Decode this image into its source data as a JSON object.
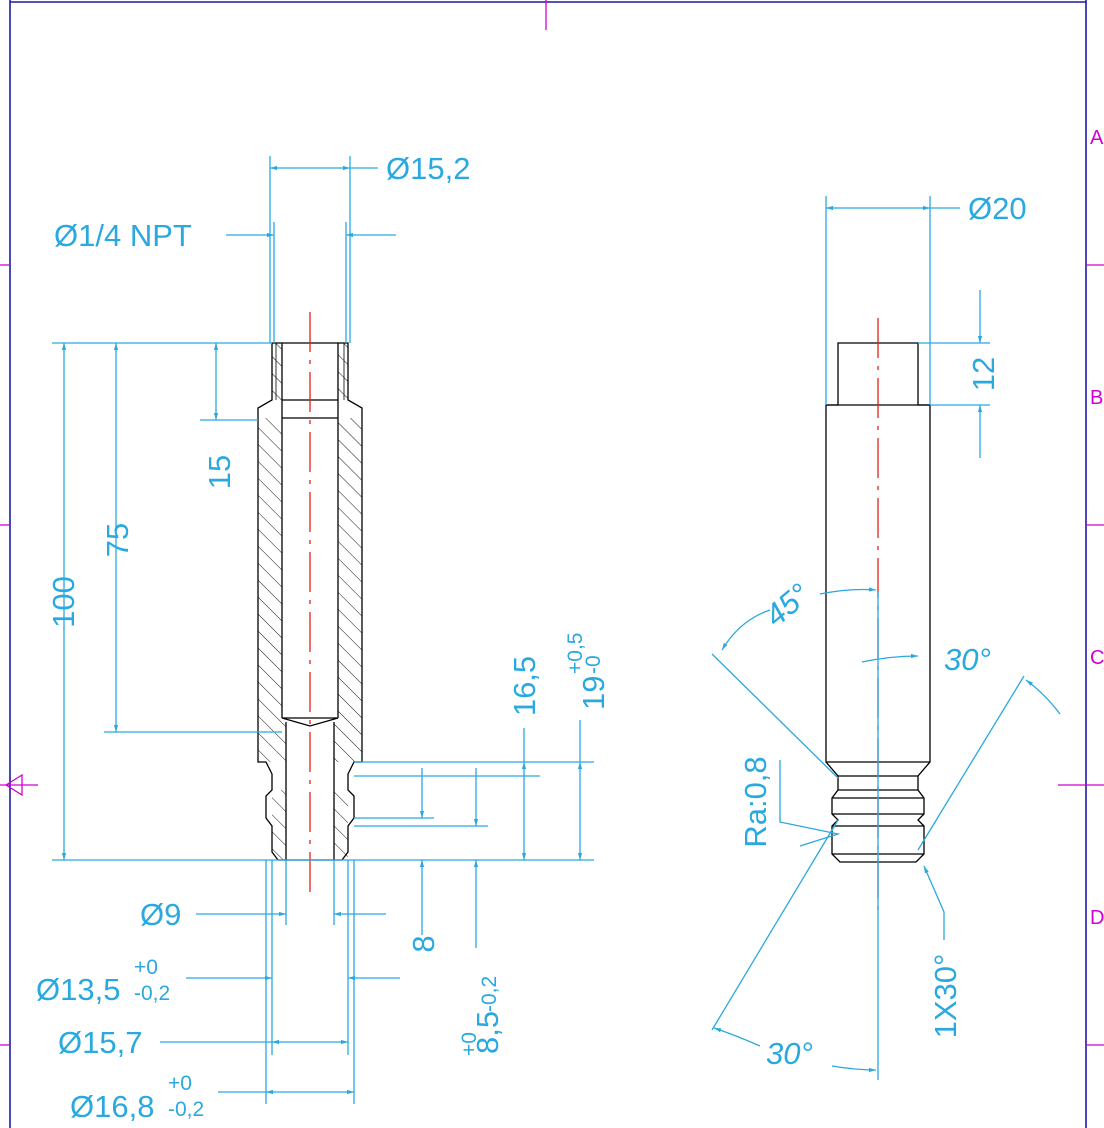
{
  "zones": [
    "A",
    "B",
    "C",
    "D"
  ],
  "section_view": {
    "dimensions": {
      "d_15_2": "Ø15,2",
      "d_1_4_npt": "Ø1/4 NPT",
      "len_100": "100",
      "len_75": "75",
      "len_15": "15",
      "len_16_5": "16,5",
      "len_19": "19",
      "len_19_tol": "+0,5",
      "len_19_tol_low": "-0",
      "d_9": "Ø9",
      "d_13_5": "Ø13,5",
      "d_13_5_tol_up": "+0",
      "d_13_5_tol_low": "-0,2",
      "d_15_7": "Ø15,7",
      "d_16_8": "Ø16,8",
      "d_16_8_tol_up": "+0",
      "d_16_8_tol_low": "-0,2",
      "len_8": "8",
      "len_8_5": "8,5",
      "len_8_5_tol_up": "+0",
      "len_8_5_tol_low": "-0,2"
    }
  },
  "side_view": {
    "dimensions": {
      "d_20": "Ø20",
      "len_12": "12",
      "angle_45": "45°",
      "angle_30_a": "30°",
      "angle_30_b": "30°",
      "roughness": "Ra:0,8",
      "chamfer": "1X30°"
    }
  },
  "colors": {
    "dimension": "#29a9e0",
    "outline": "#000000",
    "centerline": "#e2231a",
    "zone_marks": "#d200d2",
    "frame": "#1a1aa6"
  }
}
